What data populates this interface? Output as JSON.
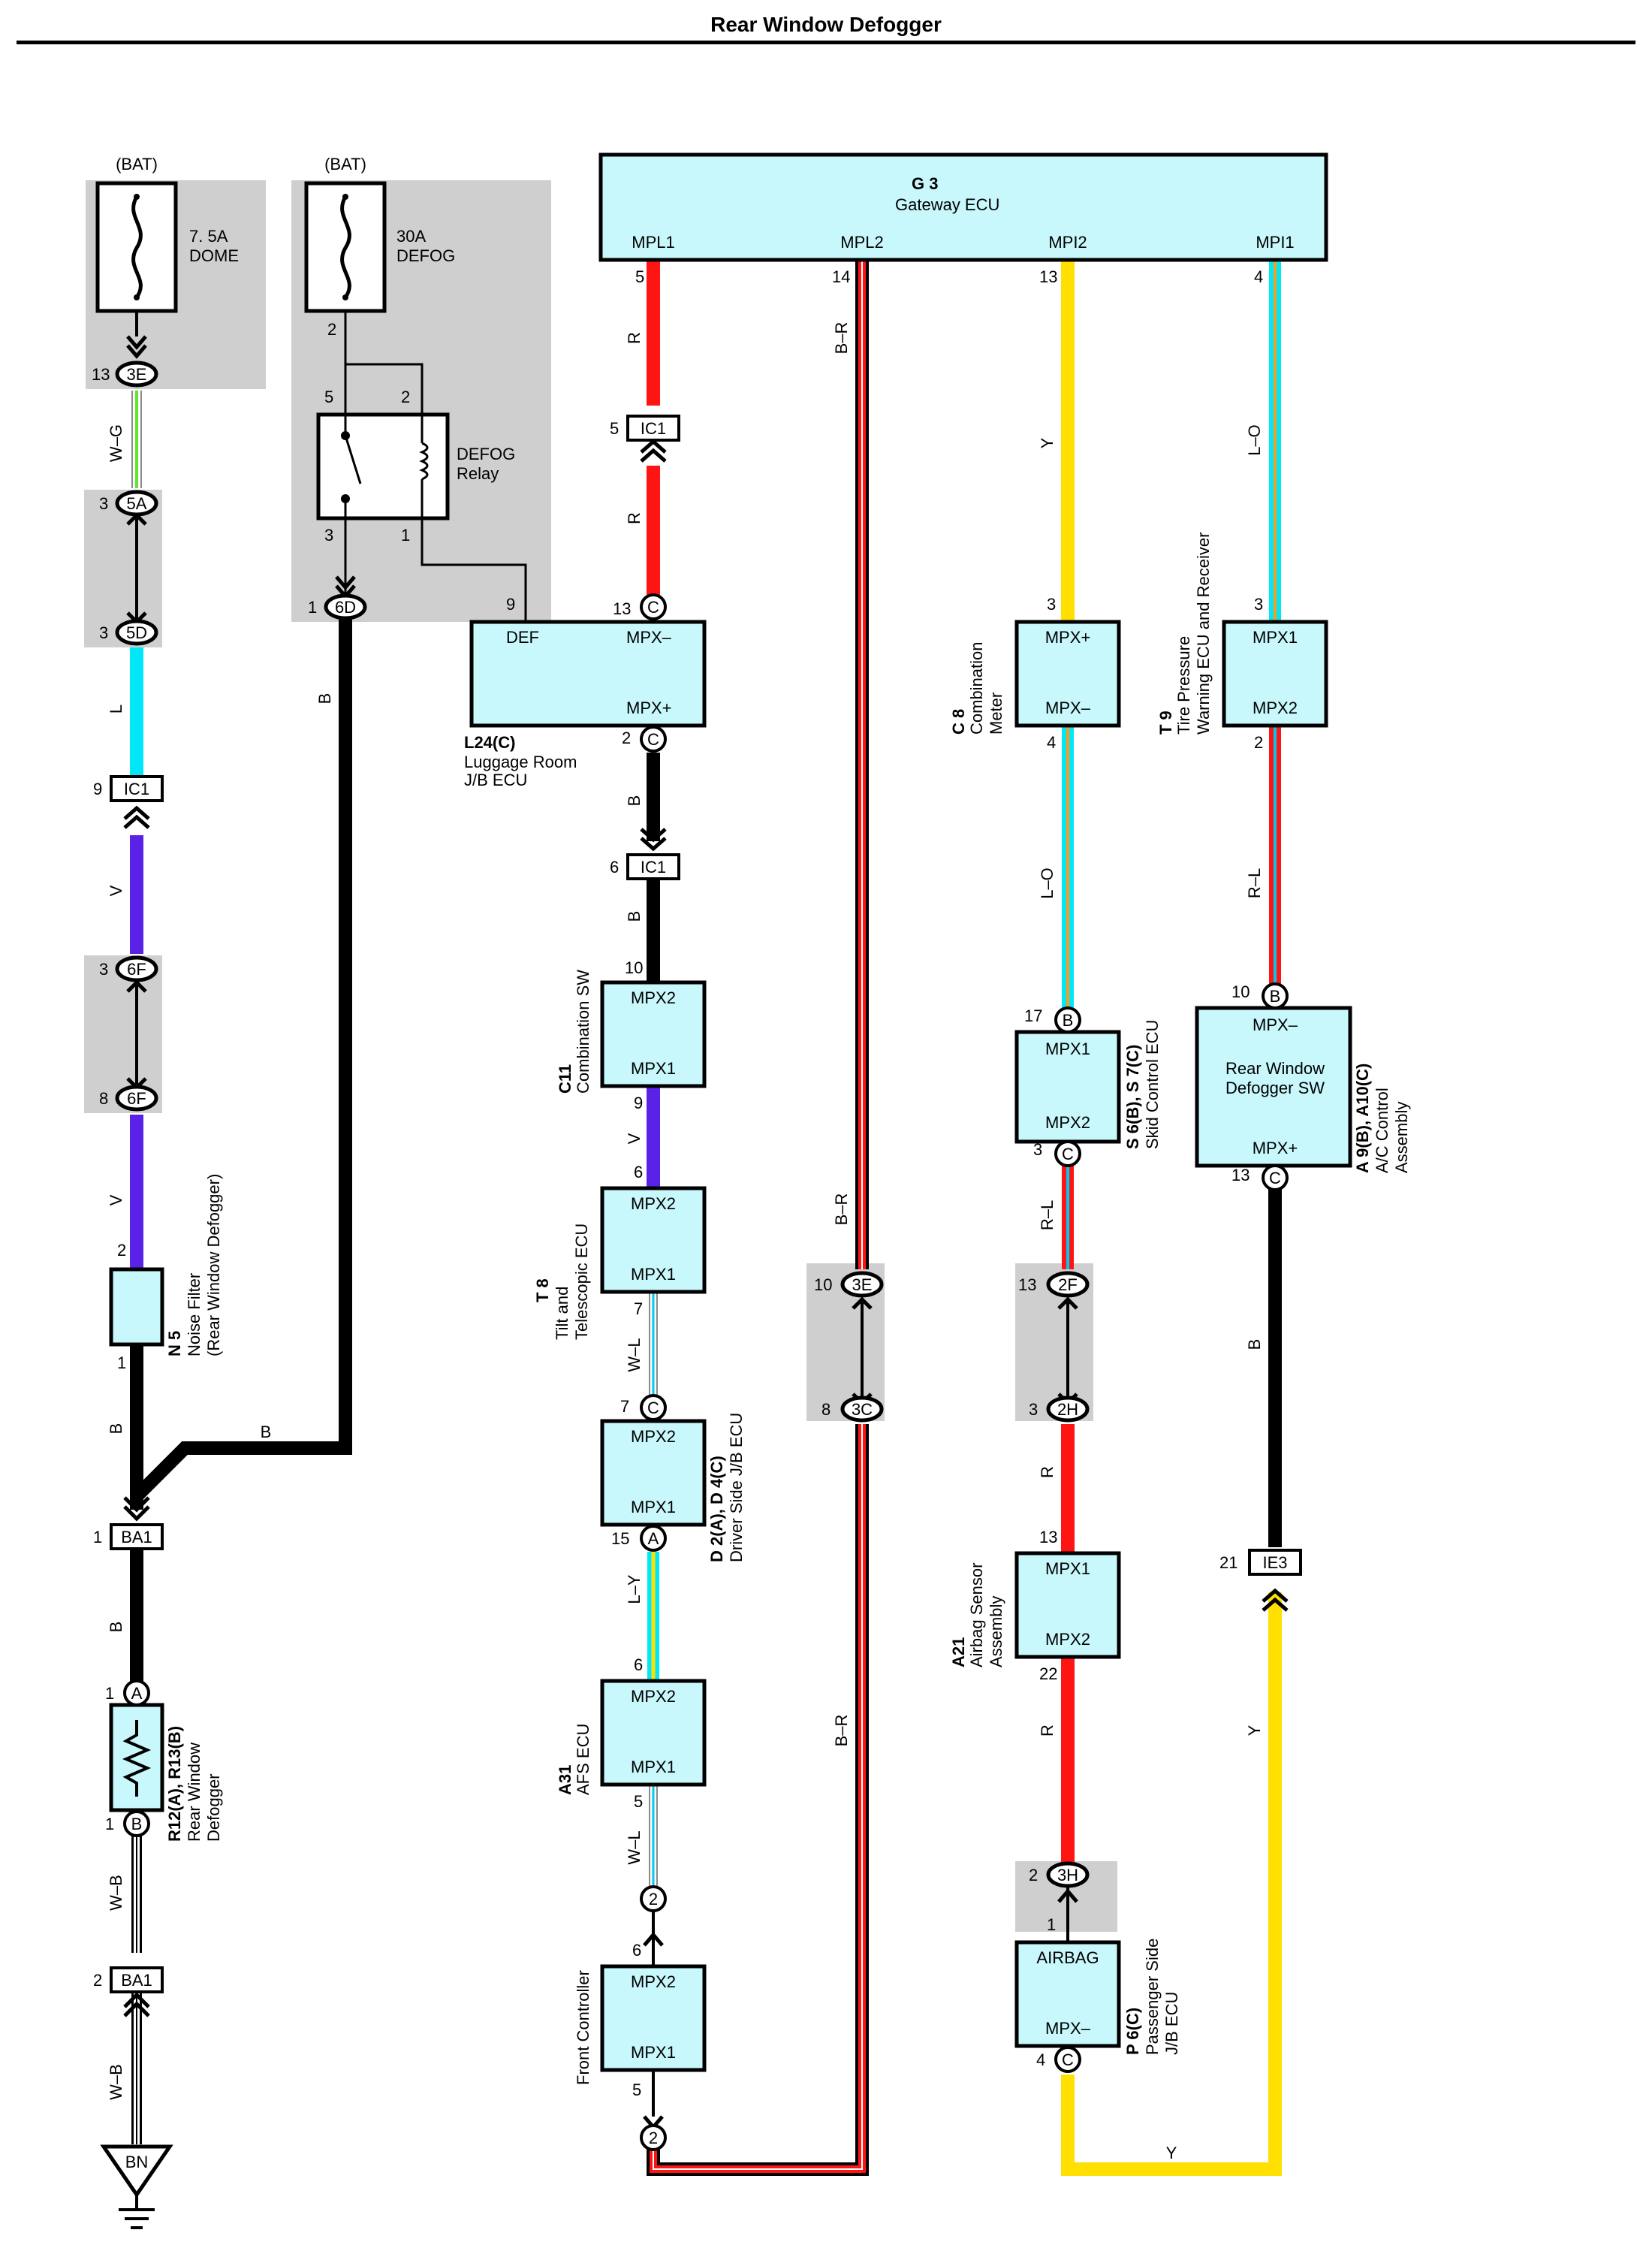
{
  "title": "Rear Window Defogger",
  "colors": {
    "cyan_fill": "#c8f8fc",
    "gray": "#cfcfcf",
    "red": "#ff1414",
    "yellow": "#ffe000",
    "cyan": "#00e8f8",
    "blue_violet": "#5a22e6",
    "black": "#000000"
  },
  "power": {
    "bat1": "(BAT)",
    "bat2": "(BAT)",
    "fuse1_rating": "7. 5A",
    "fuse1_name": "DOME",
    "fuse2_rating": "30A",
    "fuse2_name": "DEFOG"
  },
  "relay": {
    "line1": "DEFOG",
    "line2": "Relay",
    "pin5": "5",
    "pin2": "2",
    "pin3": "3",
    "pin1": "1",
    "pin_top": "2"
  },
  "gateway": {
    "id": "G 3",
    "name": "Gateway ECU",
    "p1": "MPL1",
    "p2": "MPL2",
    "p3": "MPI2",
    "p4": "MPI1",
    "n1": "5",
    "n2": "14",
    "n3": "13",
    "n4": "4"
  },
  "luggage": {
    "def": "DEF",
    "mpxm": "MPX–",
    "mpxp": "MPX+",
    "id": "L24(C)",
    "name1": "Luggage Room",
    "name2": "J/B ECU",
    "pin9": "9",
    "pin13": "13",
    "pin2": "2"
  },
  "combmeter": {
    "mpxp": "MPX+",
    "mpxm": "MPX–",
    "id": "C 8",
    "name1": "Combination",
    "name2": "Meter",
    "pin_top": "3",
    "pin_bot": "4"
  },
  "tpws": {
    "m1": "MPX1",
    "m2": "MPX2",
    "id": "T 9",
    "name1": "Tire Pressure",
    "name2": "Warning ECU and Receiver",
    "pin_top": "3",
    "pin_bot": "2"
  },
  "combsw": {
    "m2": "MPX2",
    "m1": "MPX1",
    "id": "C11",
    "name": "Combination SW",
    "pin_top": "10",
    "pin_bot": "9"
  },
  "tilt": {
    "m2": "MPX2",
    "m1": "MPX1",
    "id": "T 8",
    "name1": "Tilt and",
    "name2": "Telescopic ECU",
    "pin_top": "6",
    "pin_bot": "7"
  },
  "driverjb": {
    "m2": "MPX2",
    "m1": "MPX1",
    "id": "D 2(A), D 4(C)",
    "name": "Driver Side J/B ECU",
    "pin_top": "7",
    "pin_bot": "15"
  },
  "afs": {
    "m2": "MPX2",
    "m1": "MPX1",
    "id": "A31",
    "name": "AFS ECU",
    "pin_top": "6",
    "pin_bot": "5"
  },
  "front": {
    "m2": "MPX2",
    "m1": "MPX1",
    "name": "Front Controller",
    "pin_top": "6",
    "pin_bot": "5"
  },
  "skid": {
    "m1": "MPX1",
    "m2": "MPX2",
    "id": "S 6(B), S 7(C)",
    "name": "Skid Control ECU",
    "pin_top": "17",
    "pin_bot": "3"
  },
  "airbag": {
    "m1": "MPX1",
    "m2": "MPX2",
    "id": "A21",
    "name1": "Airbag Sensor",
    "name2": "Assembly",
    "pin_top": "13",
    "pin_bot": "22"
  },
  "passjb": {
    "airbag": "AIRBAG",
    "mpxm": "MPX–",
    "id": "P 6(C)",
    "name1": "Passenger Side",
    "name2": "J/B ECU",
    "pin_top": "1",
    "pin_bot": "4"
  },
  "rwsw": {
    "mpxm": "MPX–",
    "line1": "Rear Window",
    "line2": "Defogger SW",
    "mpxp": "MPX+",
    "id": "A 9(B), A10(C)",
    "name1": "A/C Control",
    "name2": "Assembly",
    "pin_top": "10",
    "pin_bot": "13"
  },
  "noise": {
    "id": "N 5",
    "name1": "Noise Filter",
    "name2": "(Rear Window Defogger)",
    "pin_top": "2",
    "pin_bot": "1"
  },
  "defogger": {
    "id": "R12(A), R13(B)",
    "name1": "Rear Window",
    "name2": "Defogger",
    "pin_top": "1",
    "pin_bot": "1"
  },
  "ground": {
    "label": "BN"
  },
  "wires": {
    "wg": "W–G",
    "l": "L",
    "v1": "V",
    "v2": "V",
    "b_left": "B",
    "b_diag": "B",
    "b_relay": "B",
    "b_low": "B",
    "wb1": "W–B",
    "wb2": "W–B",
    "r1": "R",
    "r2": "R",
    "b_lug": "B",
    "b_ic1": "B",
    "v_comb": "V",
    "wl_tilt": "W–L",
    "ly": "L–Y",
    "wl_afs": "W–L",
    "br1": "B–R",
    "br2": "B–R",
    "br3": "B–R",
    "y1": "Y",
    "lo1": "L–O",
    "rl1": "R–L",
    "r_ab1": "R",
    "r_ab2": "R",
    "lo2": "L–O",
    "rl2": "R–L",
    "b_rw": "B",
    "y_rw": "Y",
    "y_bot": "Y"
  },
  "connectors": {
    "c3e_top": "3E",
    "c5a": "5A",
    "c5d": "5D",
    "ic1_left": "IC1",
    "c6f_a": "6F",
    "c6f_b": "6F",
    "ba1_a": "BA1",
    "ba1_b": "BA1",
    "c6d": "6D",
    "ic1_mid": "IC1",
    "ic1_lug": "IC1",
    "c3e_mid": "3E",
    "c3c": "3C",
    "c2f": "2F",
    "c2h": "2H",
    "c3h": "3H",
    "ie3": "IE3",
    "cC_lug_top": "C",
    "cC_lug_bot": "C",
    "cC_drv": "C",
    "cA_drv": "A",
    "c2_a": "2",
    "c2_b": "2",
    "cB_skid": "B",
    "cC_skid": "C",
    "cC_pass": "C",
    "cB_rw": "B",
    "cC_rw": "C",
    "cA_def": "A",
    "cB_def": "B"
  },
  "pins": {
    "p13_3e": "13",
    "p3_5a": "3",
    "p3_5d": "3",
    "p9_ic1": "9",
    "p3_6f": "3",
    "p8_6f": "8",
    "p1_ba1": "1",
    "p2_ba1": "2",
    "p1_6d": "1",
    "p5_ic1": "5",
    "p6_ic1": "6",
    "p10_3e": "10",
    "p8_3c": "8",
    "p13_2f": "13",
    "p3_2h": "3",
    "p2_3h": "2",
    "p21_ie3": "21"
  }
}
